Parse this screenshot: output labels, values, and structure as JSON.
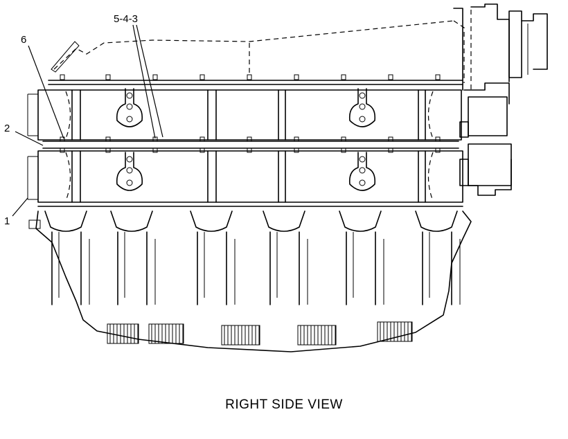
{
  "callouts": {
    "c1": "1",
    "c2": "2",
    "c6": "6",
    "c543": "5-4-3"
  },
  "caption": "RIGHT SIDE VIEW"
}
